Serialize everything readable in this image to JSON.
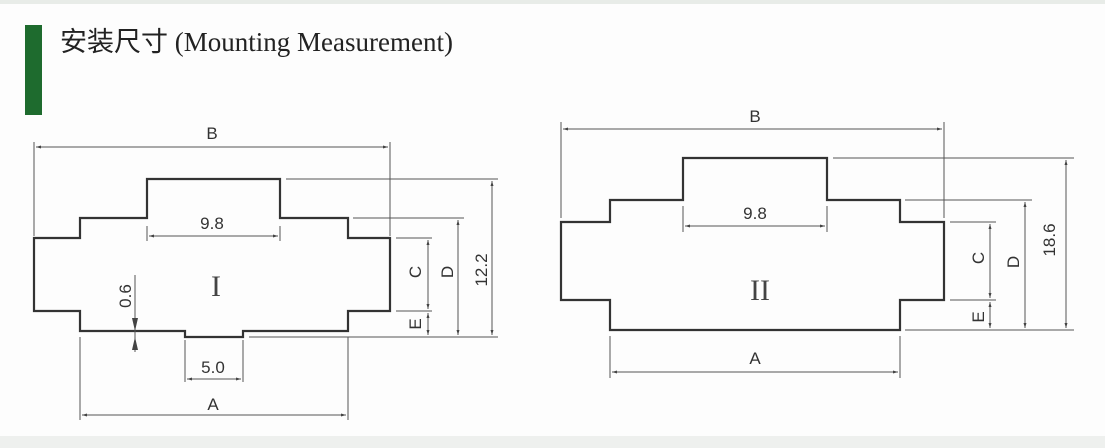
{
  "header": {
    "title": "安装尺寸 (Mounting Measurement)",
    "accent_color": "#1e6b2e"
  },
  "diagram_1": {
    "type_label": "I",
    "label_b": "B",
    "label_a": "A",
    "label_c": "C",
    "label_d": "D",
    "label_e": "E",
    "top_width": "9.8",
    "bottom_notch": "5.0",
    "notch_depth": "0.6",
    "total_height": "12.2"
  },
  "diagram_2": {
    "type_label": "II",
    "label_b": "B",
    "label_a": "A",
    "label_c": "C",
    "label_d": "D",
    "label_e": "E",
    "top_width": "9.8",
    "total_height": "18.6"
  }
}
